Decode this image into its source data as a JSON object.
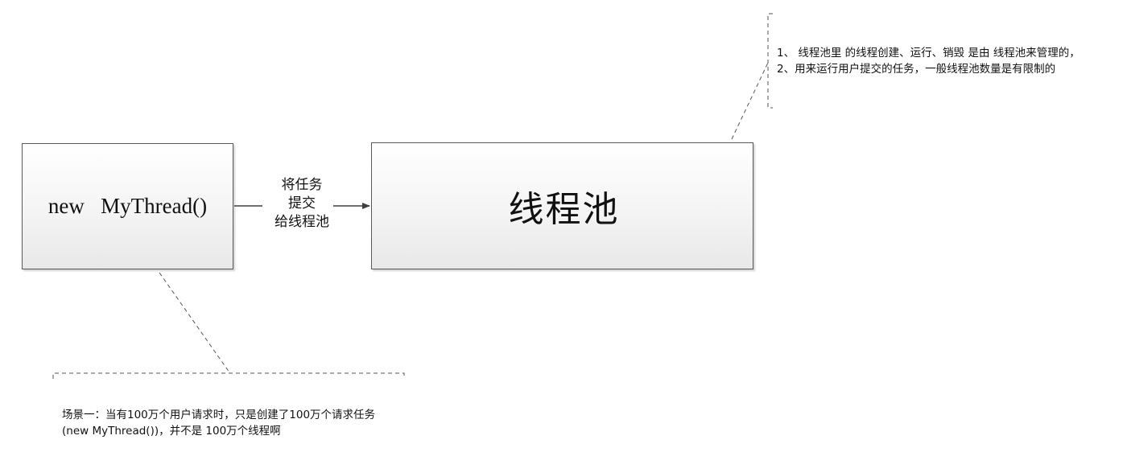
{
  "boxes": {
    "thread_creation": "new   MyThread()",
    "thread_pool": "线程池"
  },
  "arrow": {
    "label_lines": [
      "将任务",
      "提交",
      "给线程池"
    ]
  },
  "annotations": {
    "pool_notes": [
      "1、 线程池里 的线程创建、运行、销毁  是由 线程池来管理的，",
      "2、用来运行用户提交的任务，一般线程池数量是有限制的"
    ],
    "scenario_note": "场景一：当有100万个用户请求时，只是创建了100万个请求任务(new MyThread())，并不是  100万个线程啊"
  },
  "colors": {
    "box_border": "#595959",
    "box_fill_top": "#ffffff",
    "box_fill_bottom": "#e8e8e8",
    "line": "#404040"
  }
}
